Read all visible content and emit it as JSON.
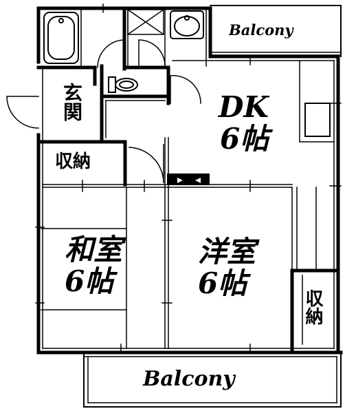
{
  "floor_plan": {
    "rooms": {
      "balcony_top": "Balcony",
      "balcony_bottom": "Balcony",
      "dk_name": "DK",
      "dk_size": "6帖",
      "washitsu_name": "和室",
      "washitsu_size": "6帖",
      "youshitsu_name": "洋室",
      "youshitsu_size": "6帖",
      "genkan": "玄関",
      "shuno_left": "収納",
      "shuno_right": "収納"
    },
    "icons": [
      "bathtub-icon",
      "shower-icon",
      "washbasin-icon",
      "toilet-icon",
      "kitchen-sink-icon"
    ]
  }
}
